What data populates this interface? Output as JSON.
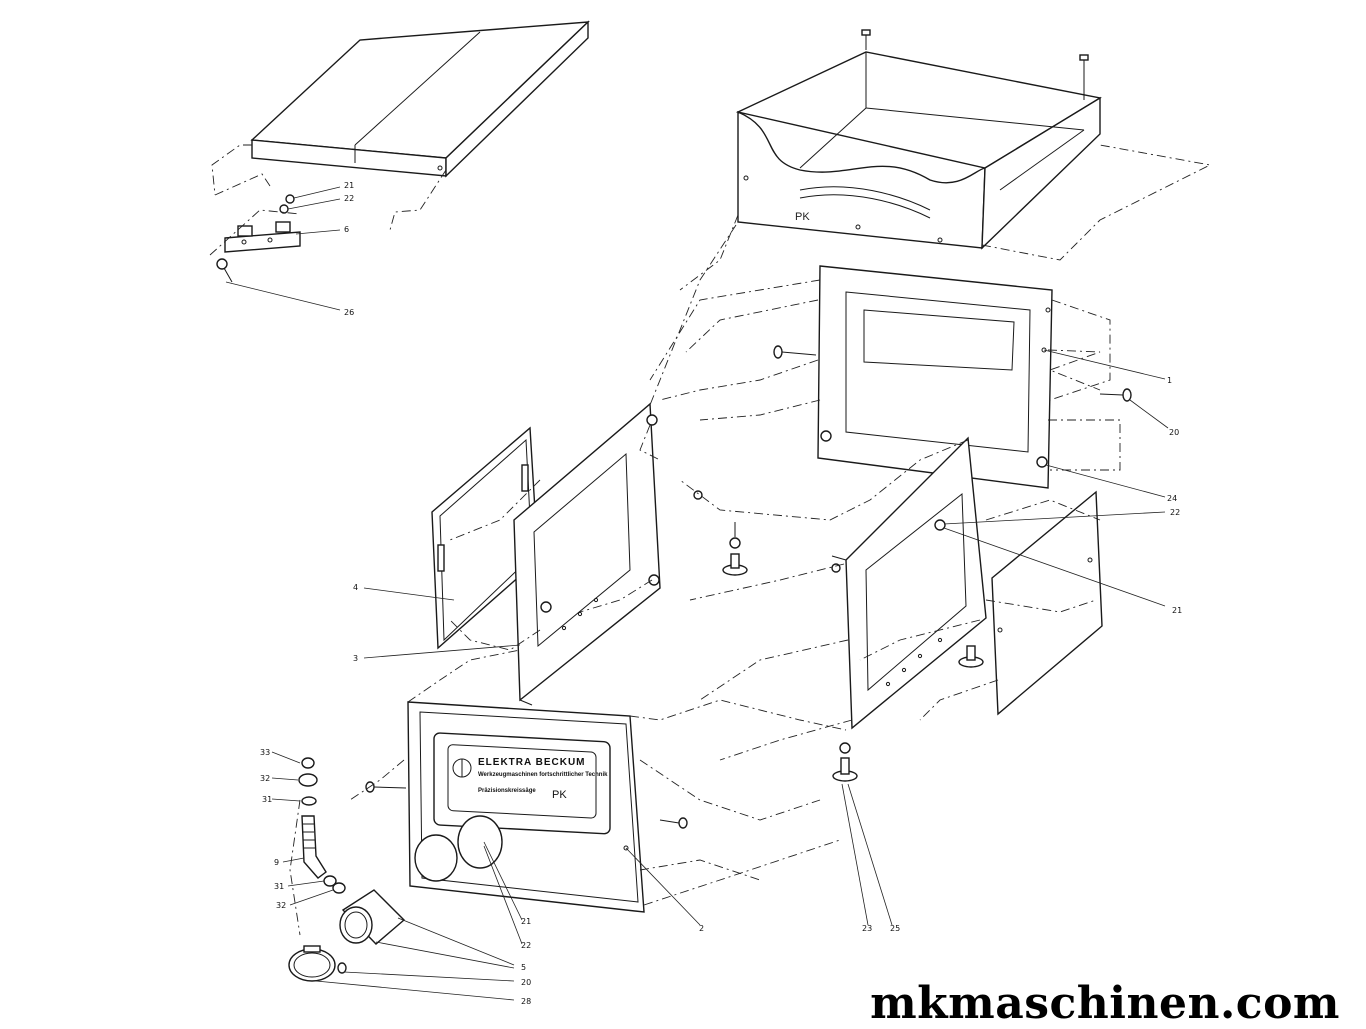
{
  "watermark": "mkmaschinen.com",
  "nameplate": {
    "brand": "ELEKTRA BECKUM",
    "tagline": "Werkzeugmaschinen fortschrittlicher Technik",
    "product": "Präzisionskreissäge",
    "model": "PK"
  },
  "cover_label": "PK",
  "callouts": {
    "c1": "1",
    "c2": "2",
    "c3": "3",
    "c4": "4",
    "c5": "5",
    "c6": "6",
    "c9": "9",
    "c20a": "20",
    "c20b": "20",
    "c21a": "21",
    "c21b": "21",
    "c21c": "21",
    "c22a": "22",
    "c22b": "22",
    "c22c": "22",
    "c23": "23",
    "c24": "24",
    "c25": "25",
    "c26": "26",
    "c28": "28",
    "c31a": "31",
    "c31b": "31",
    "c32a": "32",
    "c32b": "32",
    "c33": "33"
  }
}
